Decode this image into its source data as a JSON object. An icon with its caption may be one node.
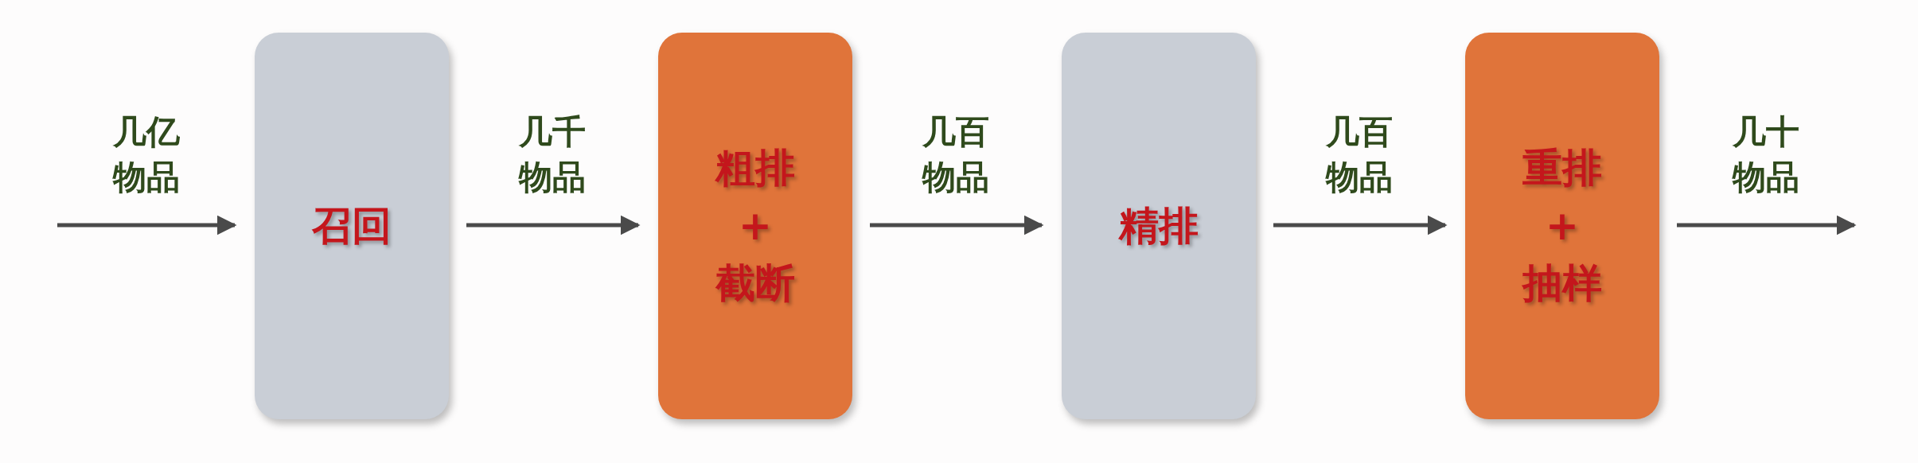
{
  "diagram": {
    "nodes": [
      {
        "text": [
          "召回"
        ]
      },
      {
        "text": [
          "粗排 + 截断"
        ]
      },
      {
        "text": [
          "精排"
        ]
      },
      {
        "text": [
          "重排 + 抽样"
        ]
      }
    ],
    "edges": [
      {
        "from": null,
        "to": 0,
        "arrow": "to",
        "label": "几亿物品"
      },
      {
        "from": 0,
        "to": 1,
        "arrow": "to",
        "label": "几千物品"
      },
      {
        "from": 1,
        "to": 2,
        "arrow": "to",
        "label": "几百物品"
      },
      {
        "from": 2,
        "to": 3,
        "arrow": "to",
        "label": "几百物品"
      },
      {
        "from": 3,
        "to": null,
        "arrow": "to",
        "label": "几十物品"
      }
    ]
  }
}
